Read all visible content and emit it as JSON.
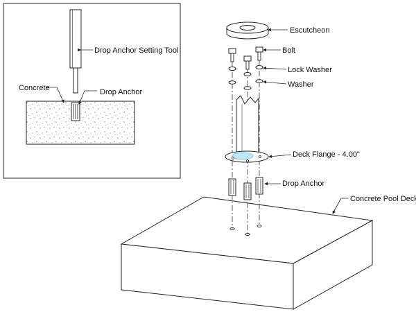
{
  "detail_view": {
    "labels": {
      "setting_tool": "Drop Anchor Setting Tool",
      "concrete": "Concrete",
      "drop_anchor": "Drop Anchor"
    }
  },
  "exploded_view": {
    "labels": {
      "escutcheon": "Escutcheon",
      "bolt": "Bolt",
      "lock_washer": "Lock Washer",
      "washer": "Washer",
      "deck_flange": "Deck Flange - 4.00\"",
      "drop_anchor": "Drop Anchor",
      "concrete_pool_deck": "Concrete Pool Deck"
    }
  },
  "colors": {
    "line": "#222222",
    "flange_highlight": "#bfe7f5",
    "flange_glow": "#8fd3ea"
  }
}
